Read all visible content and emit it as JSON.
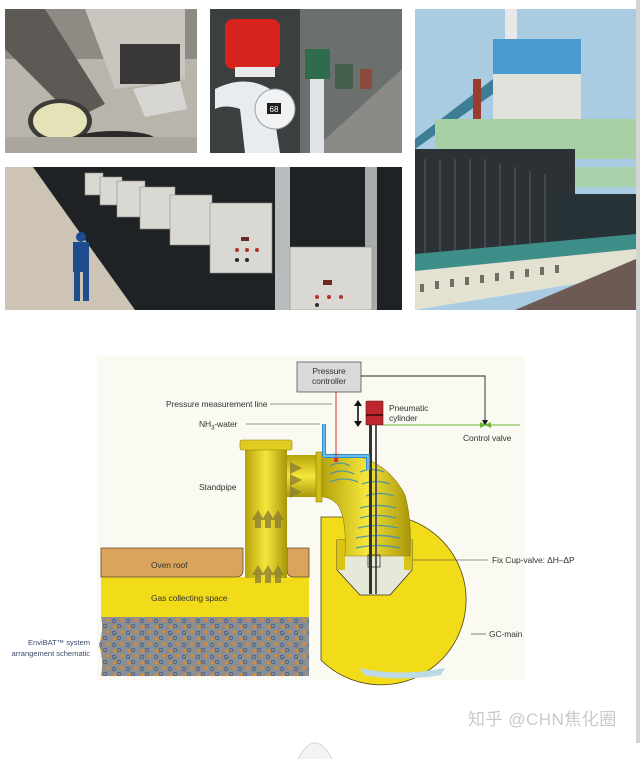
{
  "photos": [
    {
      "id": "photo-1",
      "subject": "Cup-valve assembly under a gas collecting main, close-up"
    },
    {
      "id": "photo-2",
      "subject": "Red pneumatic actuator on white standpipe valve labeled 68",
      "tag": "68"
    },
    {
      "id": "photo-3",
      "subject": "Coke oven battery with coal tower and green gas main bridges"
    },
    {
      "id": "photo-4",
      "subject": "Row of pressure controller cabinets along oven battery with worker in blue"
    }
  ],
  "diagram": {
    "labels": {
      "pressure_controller_line1": "Pressure",
      "pressure_controller_line2": "controller",
      "pressure_measurement_line": "Pressure measurement line",
      "nh3_water_prefix": "NH",
      "nh3_water_sub": "3",
      "nh3_water_suffix": "-water",
      "pneumatic_cylinder_line1": "Pneumatic",
      "pneumatic_cylinder_line2": "cylinder",
      "control_valve": "Control valve",
      "standpipe": "Standpipe",
      "oven_roof": "Oven roof",
      "gas_collecting_space": "Gas collecting space",
      "fix_cup_valve": "Fix Cup-valve: ΔH–ΔP",
      "gc_main": "GC-main"
    },
    "caption_line1": "EnviBAT™ system",
    "caption_line2": "arrangement schematic",
    "colors": {
      "gas_yellow": "#f2dc1a",
      "oven_roof": "#dba45c",
      "coal_bed": "#8c8f92",
      "nh3_water_blue": "#2a8fd0",
      "measurement_red": "#e03030",
      "control_air_green": "#6fb33a",
      "controller_box": "#d9d9d9",
      "cylinder_red": "#c0262f"
    }
  },
  "watermark": "知乎 @CHN焦化圈"
}
